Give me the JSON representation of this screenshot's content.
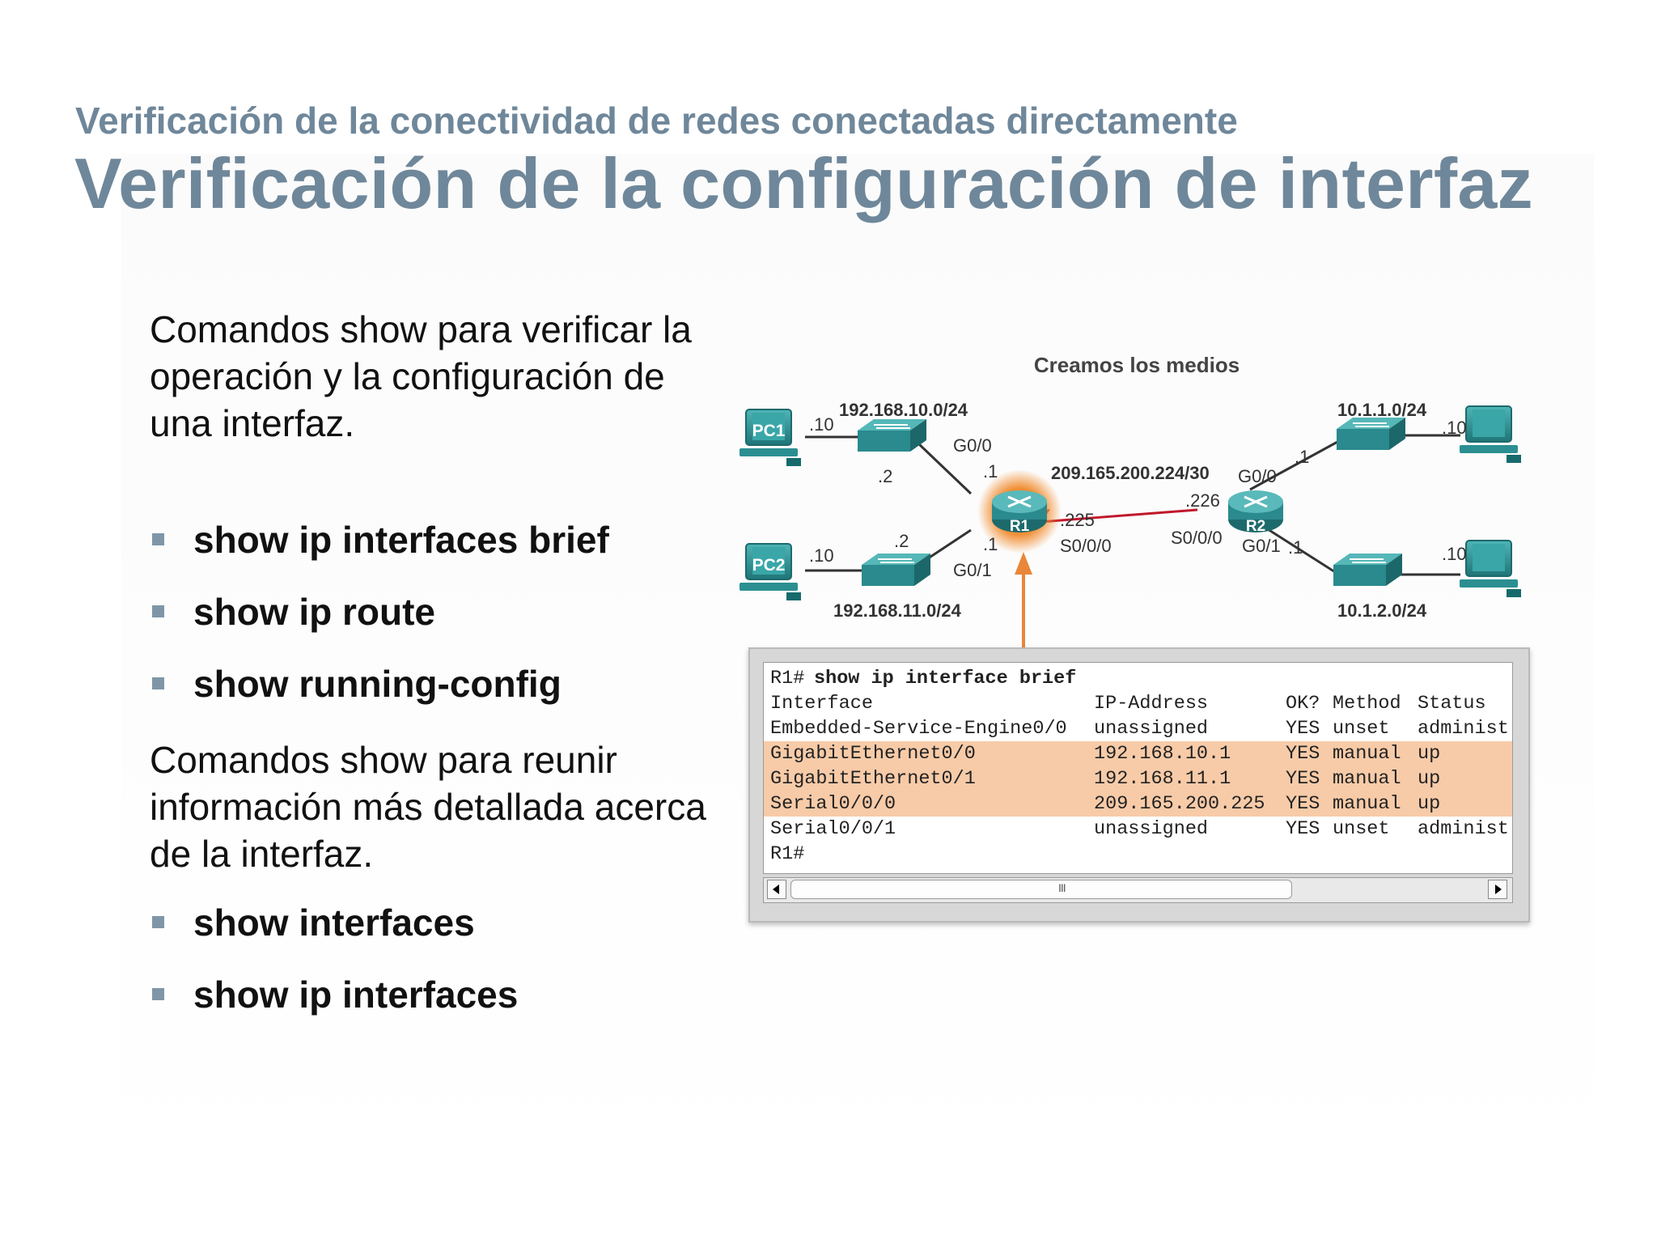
{
  "header": {
    "subtitle": "Verificación de la conectividad de redes conectadas directamente",
    "title": "Verificación de la configuración de interfaz"
  },
  "content": {
    "para1": "Comandos show para verificar la operación y la configuración de una interfaz.",
    "bullets1": [
      "show ip interfaces brief",
      "show ip route",
      "show running-config"
    ],
    "para2": "Comandos show para reunir información más detallada acerca de la interfaz.",
    "bullets2": [
      "show interfaces",
      "show ip interfaces"
    ]
  },
  "diagram": {
    "caption": "Creamos los medios",
    "devices": {
      "pc1": "PC1",
      "pc2": "PC2",
      "r1": "R1",
      "r2": "R2"
    },
    "networks": {
      "lan1": "192.168.10.0/24",
      "lan2": "192.168.11.0/24",
      "wan": "209.165.200.224/30",
      "lan3": "10.1.1.0/24",
      "lan4": "10.1.2.0/24"
    },
    "labels": {
      "pc1_host": ".10",
      "sw1_host": ".2",
      "r1_g00_if": "G0/0",
      "r1_g00_host": ".1",
      "pc2_host": ".10",
      "sw2_host": ".2",
      "r1_g01_if": "G0/1",
      "r1_g01_host": ".1",
      "r1_s000_host": ".225",
      "r1_s000_if": "S0/0/0",
      "r2_s000_host": ".226",
      "r2_s000_if": "S0/0/0",
      "r2_g00_if": "G0/0",
      "r2_g00_host": ".1",
      "pc3_host": ".10",
      "r2_g01_if": "G0/1",
      "r2_g01_host": ".1",
      "pc4_host": ".10"
    },
    "colors": {
      "teal": "#2a8a8d",
      "serial_link": "#c0182c",
      "arrow": "#e9863a",
      "highlight": "#f7cba8"
    }
  },
  "terminal": {
    "prompt": "R1#",
    "command": "show ip interface brief",
    "headers": [
      "Interface",
      "IP-Address",
      "OK?",
      "Method",
      "Status"
    ],
    "rows": [
      {
        "iface": "Embedded-Service-Engine0/0",
        "ip": "unassigned",
        "ok": "YES",
        "method": "unset",
        "status": "administ"
      },
      {
        "iface": "GigabitEthernet0/0",
        "ip": "192.168.10.1",
        "ok": "YES",
        "method": "manual",
        "status": "up"
      },
      {
        "iface": "GigabitEthernet0/1",
        "ip": "192.168.11.1",
        "ok": "YES",
        "method": "manual",
        "status": "up"
      },
      {
        "iface": "Serial0/0/0",
        "ip": "209.165.200.225",
        "ok": "YES",
        "method": "manual",
        "status": "up"
      },
      {
        "iface": "Serial0/0/1",
        "ip": "unassigned",
        "ok": "YES",
        "method": "unset",
        "status": "administ"
      }
    ],
    "end_prompt": "R1#",
    "scroll_grip": "III"
  }
}
